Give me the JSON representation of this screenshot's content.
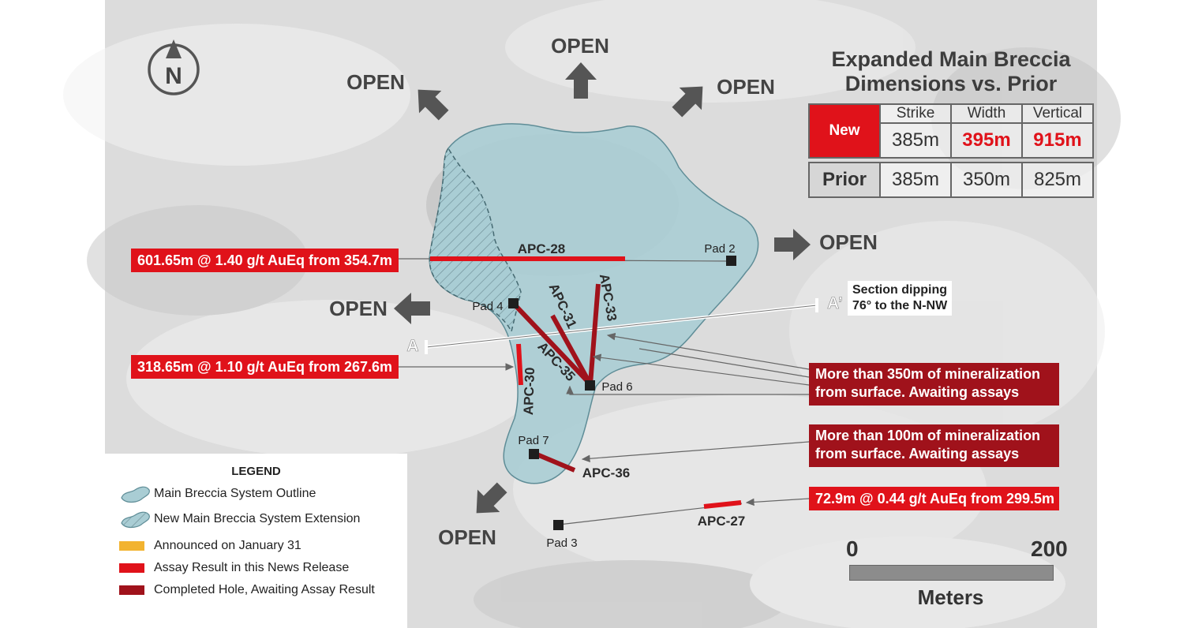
{
  "north_label": "N",
  "open_labels": [
    "OPEN",
    "OPEN",
    "OPEN",
    "OPEN",
    "OPEN",
    "OPEN"
  ],
  "holes": {
    "apc28": "APC-28",
    "apc33": "APC-33",
    "apc31": "APC-31",
    "apc35": "APC-35",
    "apc30": "APC-30",
    "apc36": "APC-36",
    "apc27": "APC-27"
  },
  "pads": {
    "pad2": "Pad 2",
    "pad4": "Pad 4",
    "pad6": "Pad 6",
    "pad7": "Pad 7",
    "pad3": "Pad 3"
  },
  "section": {
    "a_start": "A",
    "a_end": "A’",
    "note_line1": "Section dipping",
    "note_line2": "76° to the N-NW"
  },
  "results": {
    "apc28": "601.65m @ 1.40 g/t AuEq from 354.7m",
    "apc30": "318.65m @ 1.10 g/t AuEq from 267.6m",
    "apc27": "72.9m @ 0.44 g/t AuEq from 299.5m"
  },
  "awaiting": {
    "box1_line1": "More than 350m of mineralization",
    "box1_line2": "from surface. Awaiting assays",
    "box2_line1": "More than 100m of mineralization",
    "box2_line2": "from surface. Awaiting assays"
  },
  "dimensions": {
    "title_line1": "Expanded Main Breccia",
    "title_line2": "Dimensions vs. Prior",
    "col_strike": "Strike",
    "col_width": "Width",
    "col_vertical": "Vertical",
    "new_label": "New",
    "new_strike": "385m",
    "new_width": "395m",
    "new_vertical": "915m",
    "prior_label": "Prior",
    "prior_strike": "385m",
    "prior_width": "350m",
    "prior_vertical": "825m"
  },
  "legend": {
    "title": "LEGEND",
    "outline": "Main Breccia System Outline",
    "extension": "New Main Breccia System Extension",
    "announced": "Announced on January 31",
    "assay_result": "Assay Result in this News Release",
    "completed": "Completed Hole, Awaiting Assay Result"
  },
  "scale": {
    "start": "0",
    "end": "200",
    "unit": "Meters"
  },
  "colors": {
    "breccia_fill": "#a9cdd4",
    "assay_red": "#e0121a",
    "awaiting_dark_red": "#a0121b",
    "announced_orange": "#f2b330",
    "arrow_gray": "#555555"
  }
}
